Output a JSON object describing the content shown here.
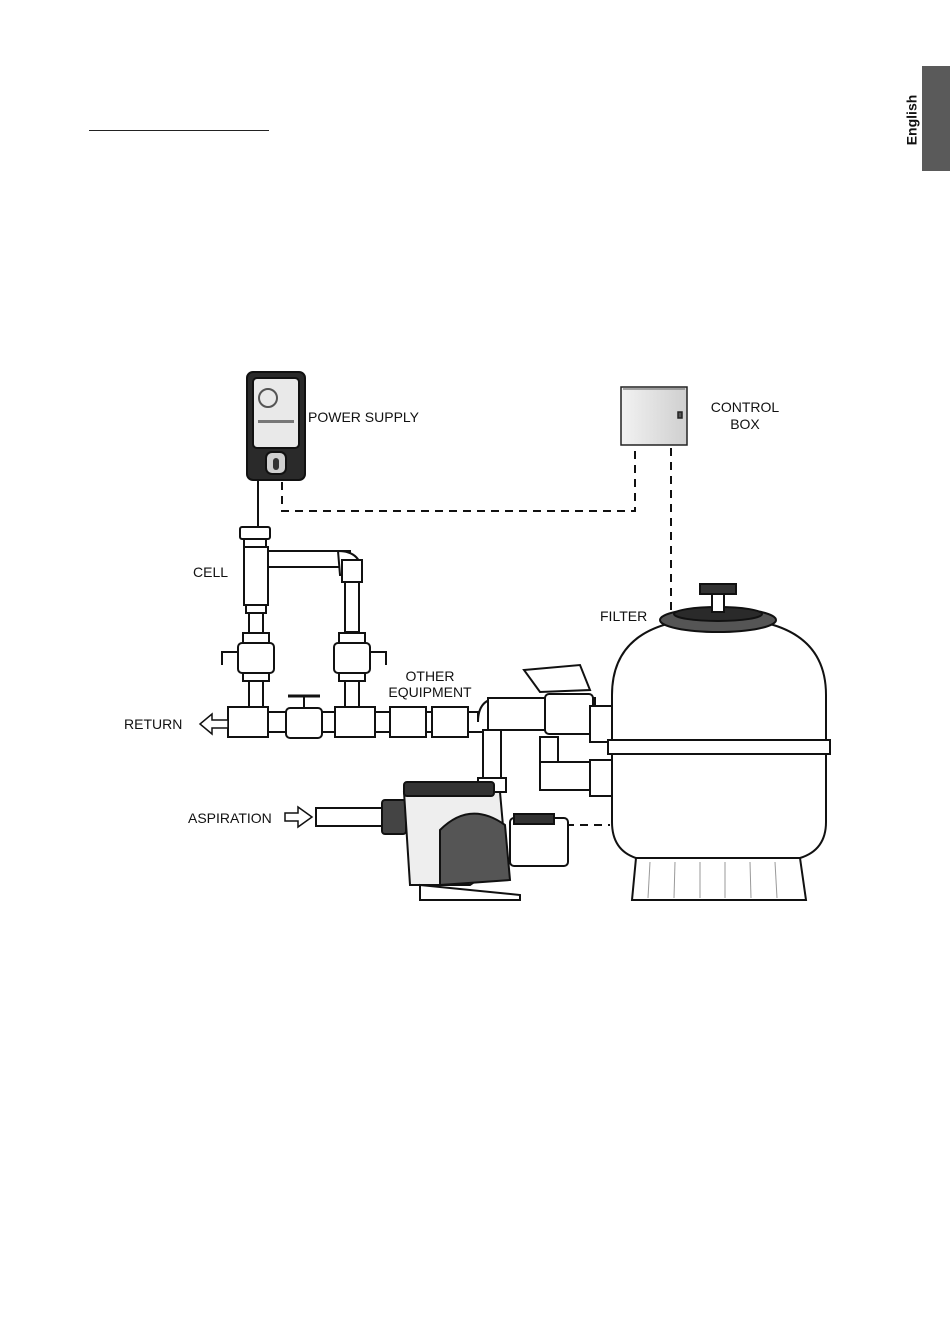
{
  "side_tab": {
    "label": "English"
  },
  "labels": {
    "power_supply": "POWER SUPPLY",
    "control_box_line1": "CONTROL",
    "control_box_line2": "BOX",
    "cell": "CELL",
    "filter": "FILTER",
    "other_equipment_line1": "OTHER",
    "other_equipment_line2": "EQUIPMENT",
    "return": "RETURN",
    "aspiration": "ASPIRATION"
  }
}
